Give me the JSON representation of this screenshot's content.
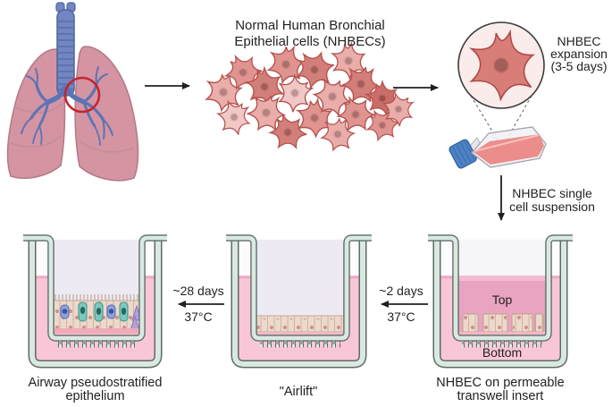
{
  "figure": {
    "title": "Normal Human Bronchial\nEpithelial cells (NHBECs)",
    "expansion_label": "NHBEC\nexpansion\n(3-5 days)",
    "suspension_label": "NHBEC single\ncell suspension",
    "airlift_arrow": {
      "duration": "~2 days",
      "temperature": "37°C"
    },
    "maturation_arrow": {
      "duration": "~28 days",
      "temperature": "37°C"
    },
    "transwell_seeded": {
      "caption": "NHBEC on permeable\ntranswell insert",
      "top_label": "Top",
      "bottom_label": "Bottom"
    },
    "transwell_airlift": {
      "caption": "\"Airlift\""
    },
    "transwell_mature": {
      "caption": "Airway pseudostratified\nepithelium"
    }
  },
  "colors": {
    "text": "#231f20",
    "lung_pink": "#d494a2",
    "airway_blue": "#7287c2",
    "highlight_red": "#c4262d",
    "cell_red": "#d27e79",
    "flask_cap_blue": "#4d82c3",
    "vessel_teal": "#d9e9e2",
    "basolateral_media_pink": "#f9c6d8",
    "apical_media_pink": "#e8a4c1"
  }
}
